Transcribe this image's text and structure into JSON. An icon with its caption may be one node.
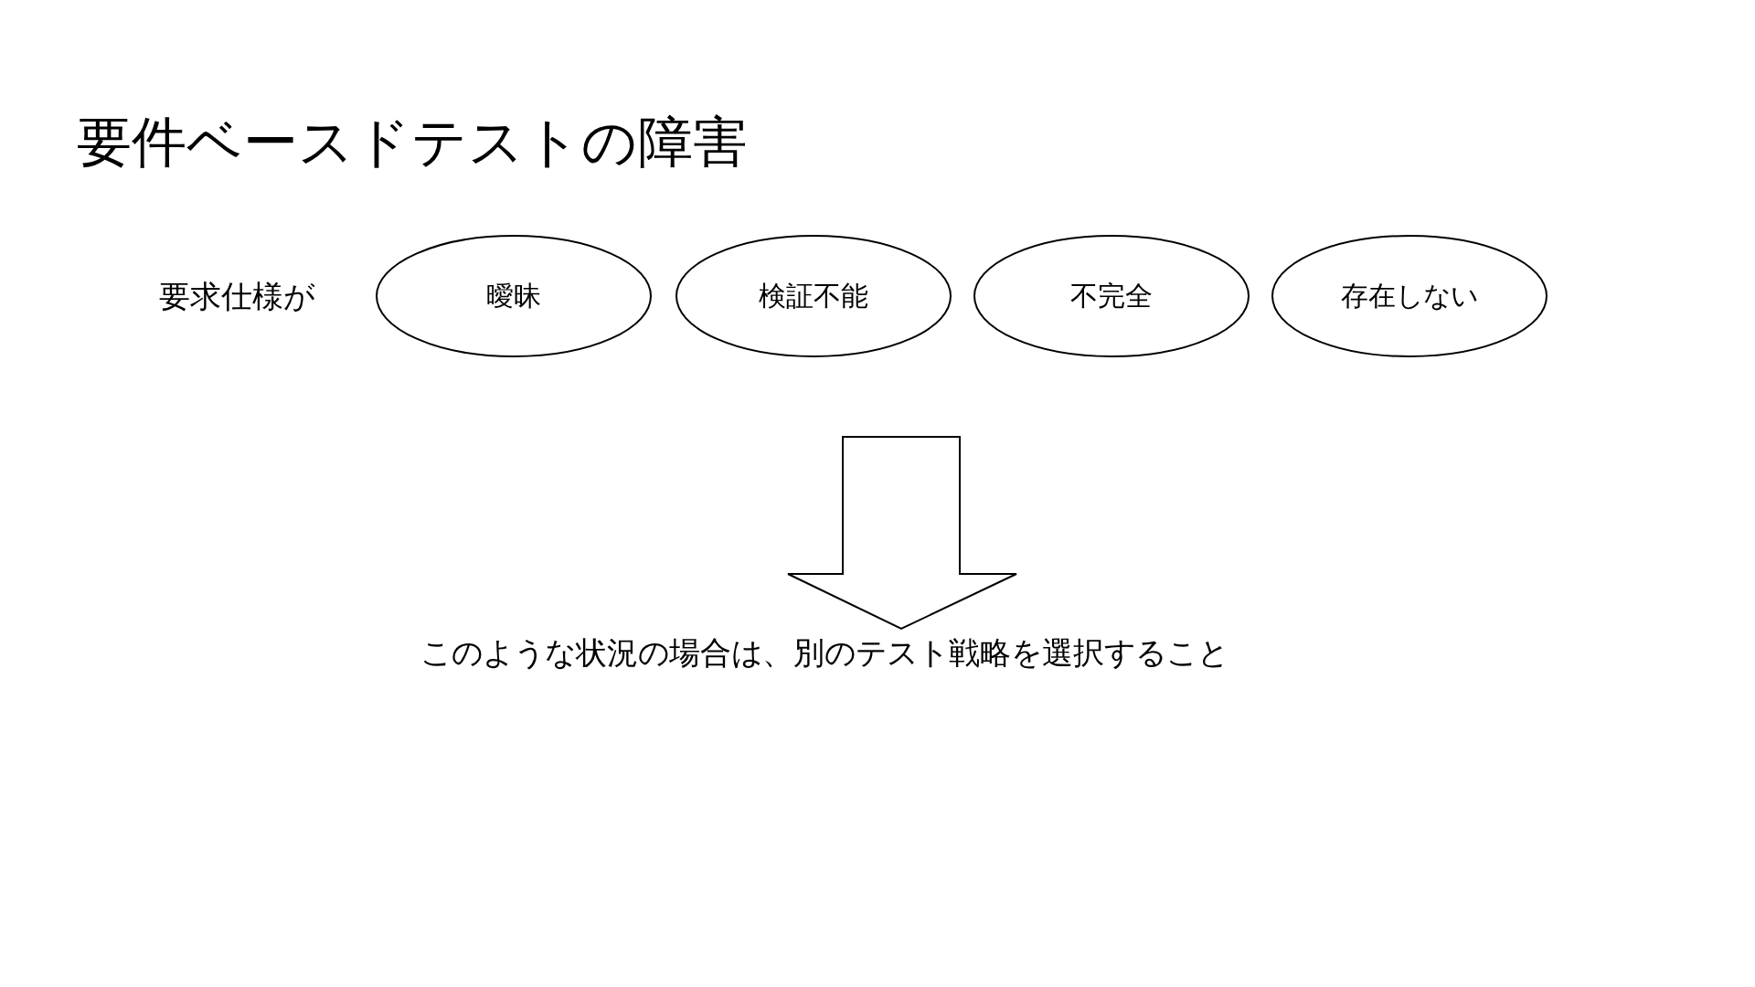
{
  "diagram": {
    "title": "要件ベースドテストの障害",
    "nodes": [
      {
        "text": [
          "曖昧"
        ]
      },
      {
        "text": [
          "検証不能"
        ]
      },
      {
        "text": [
          "不完全"
        ]
      },
      {
        "text": [
          "存在しない"
        ]
      },
      {
        "text": [
          "このような状況の場合は、別のテスト戦略を選択すること"
        ]
      }
    ],
    "edges": [
      {
        "from": null,
        "to": 4,
        "arrow": "to"
      }
    ],
    "labels": [
      "要求仕様が"
    ]
  }
}
